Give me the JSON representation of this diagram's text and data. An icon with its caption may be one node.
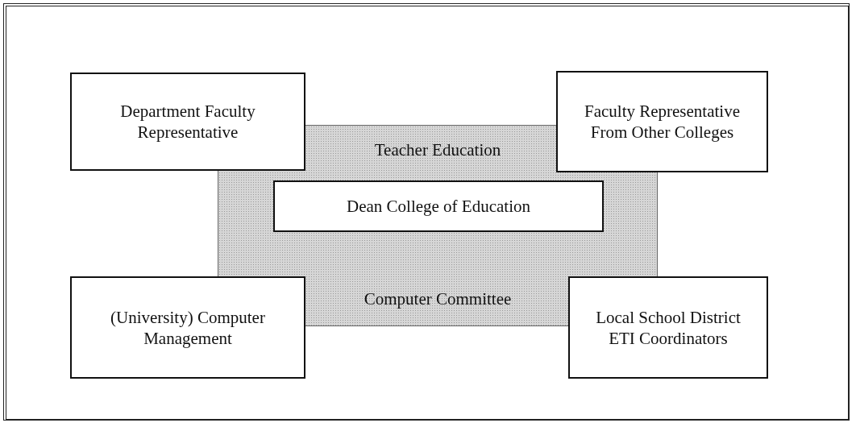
{
  "diagram": {
    "nodes": [
      {
        "text": [
          "Department Faculty Representative"
        ]
      },
      {
        "text": [
          "Faculty Representative From Other Colleges"
        ]
      },
      {
        "text": [
          "Teacher Education",
          "Computer Committee"
        ]
      },
      {
        "text": [
          "Dean College of Education"
        ],
        "in": 2
      },
      {
        "text": [
          "(University) Computer Management"
        ]
      },
      {
        "text": [
          "Local School District ETI Coordinators"
        ]
      }
    ]
  }
}
